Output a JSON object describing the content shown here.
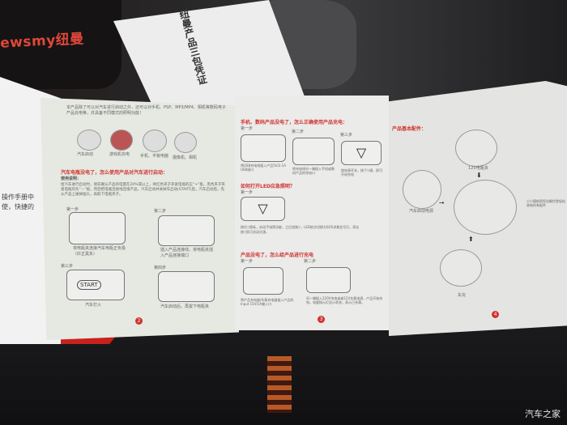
{
  "brand": "ewsmy纽曼",
  "warranty_box": "纽曼产品三包凭证",
  "left_page": {
    "lines": [
      "操作手册中",
      "使，快捷的"
    ]
  },
  "page2": {
    "intro": "本产品除了可以对汽车进行启动之外，还可以对手机、PSP、MP3/MP4、相机等数码电子产品充电等，并具备不同模式的照明功能！",
    "icons": [
      "汽车启动",
      "游戏机充电",
      "手机、平板电脑",
      "摄像机、相机"
    ],
    "heading": "汽车电瓶没电了，怎么使用产品对汽车进行启动：",
    "subheading": "使用说明：",
    "body": "给汽车进行启动时，请先确认产品的电量在20%或以上，将红色夹子夹紧电瓶的正“+”极，黑色夹子夹紧电瓶的负“—”极，然后把电瓶连接线连接产品，汽车启动并关掉车启动(START)后，汽车启动后，先从产品上拔掉插头，再取下电瓶夹子。",
    "steps": [
      "第一步",
      "第二步",
      "第三步",
      "第四步"
    ],
    "step_captions": [
      "将电瓶夹连接汽车电瓶正负极（红正黑负）",
      "插入产品连接线，将电瓶夹插入产品连接端口",
      "汽车打火",
      "汽车启动后，再拔下电瓶夹"
    ],
    "start_label": "START",
    "page_number": "2"
  },
  "page3": {
    "heading1": "手机、数码产品没电了，怎么正确使用产品充电：",
    "steps1": [
      "第一步",
      "第二步",
      "第三步"
    ],
    "captions1": [
      "将USB充电线插入产品5V/2.1A USB接口",
      "将充电线另一端插入手机或数码产品的充电口",
      "按电源开关，按下▽键，即可开始充电"
    ],
    "heading2": "如何打开LED应急照明？",
    "step2": "第一步",
    "caption2": "按住▽图标，启动手电筒功能，之后短按▽，LED依次切换为SOS求救信号灯，再长按▽即可关闭光源。",
    "heading3": "产品没电了，怎么给产品进行充电",
    "steps3": [
      "第一步",
      "第二步"
    ],
    "captions3": [
      "将产品充电器/车载充电器插入产品的Input 15V/1A输入口",
      "另一端插入220V市电或者12V车载电源，产品开始充电，电量指示灯显示状态，表示已充满。"
    ],
    "page_number": "3"
  },
  "page4": {
    "heading": "产品基本配件：",
    "items": [
      "12V电瓶夹",
      "汽车启动电源",
      "车充"
    ],
    "side_note": "小小随航帮您化解忧愁轻松收纳所有配件",
    "page_number": "4"
  },
  "watermark": "汽车之家"
}
